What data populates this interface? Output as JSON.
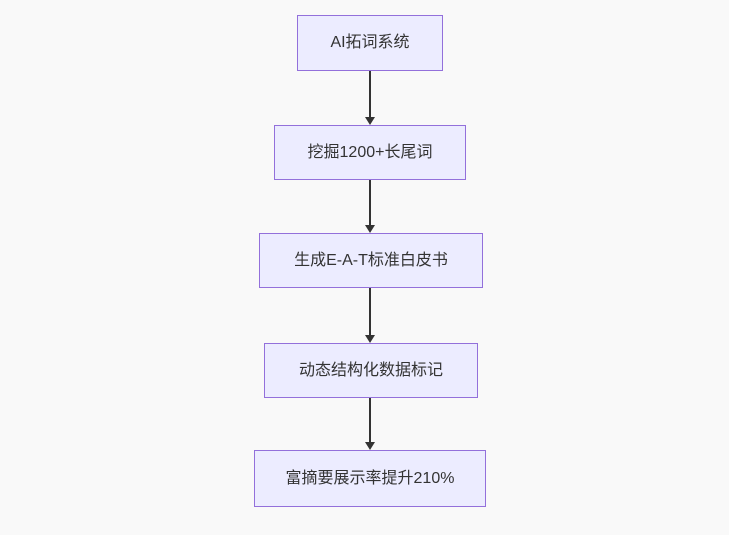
{
  "page": {
    "background_color": "#f9f9f9"
  },
  "diagram": {
    "type": "flowchart",
    "direction": "top-down",
    "style": {
      "node_fill": "#ECECFF",
      "node_border": "#9370DB",
      "text_color": "#333333",
      "arrow_color": "#333333"
    },
    "nodes": [
      {
        "label": "AI拓词系统"
      },
      {
        "label": "挖掘1200+长尾词"
      },
      {
        "label": "生成E-A-T标准白皮书"
      },
      {
        "label": "动态结构化数据标记"
      },
      {
        "label": "富摘要展示率提升210%"
      }
    ],
    "edges": [
      {
        "from": 0,
        "to": 1
      },
      {
        "from": 1,
        "to": 2
      },
      {
        "from": 2,
        "to": 3
      },
      {
        "from": 3,
        "to": 4
      }
    ]
  }
}
